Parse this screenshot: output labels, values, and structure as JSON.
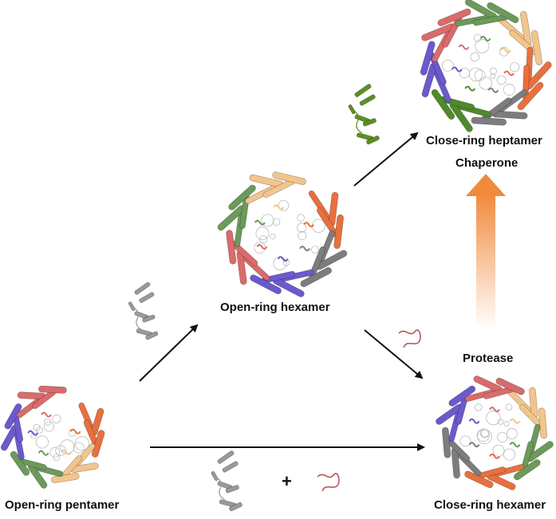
{
  "labels": {
    "open_ring_pentamer": "Open-ring pentamer",
    "open_ring_hexamer": "Open-ring hexamer",
    "close_ring_hexamer": "Close-ring hexamer",
    "close_ring_heptamer": "Close-ring heptamer",
    "chaperone": "Chaperone",
    "protease": "Protease",
    "plus": "+"
  },
  "colors": {
    "chaperone_arrow": "#f08a3c",
    "arrow": "#111111",
    "subunit_palette": [
      "#e8703f",
      "#f2c58c",
      "#6b9a5a",
      "#6a5acd",
      "#d96b6b",
      "#7d7d7d",
      "#c89b6d",
      "#4f8a2e"
    ],
    "monomer_gray": "#9a9a9a",
    "monomer_green": "#5d8f24",
    "peptide_red": "#b8555a"
  },
  "structures": {
    "pentamer": [
      "#e8703f",
      "#f2c58c",
      "#6b9a5a",
      "#6a5acd",
      "#d96b6b"
    ],
    "open_hexamer": [
      "#e8703f",
      "#7d7d7d",
      "#6a5acd",
      "#d96b6b",
      "#6b9a5a",
      "#f2c58c"
    ],
    "closed_hexamer": [
      "#f2c58c",
      "#6b9a5a",
      "#e8703f",
      "#7d7d7d",
      "#6a5acd",
      "#d96b6b"
    ],
    "heptamer": [
      "#f2c58c",
      "#e8703f",
      "#7d7d7d",
      "#4f8a2e",
      "#6a5acd",
      "#d96b6b",
      "#6b9a5a"
    ]
  }
}
